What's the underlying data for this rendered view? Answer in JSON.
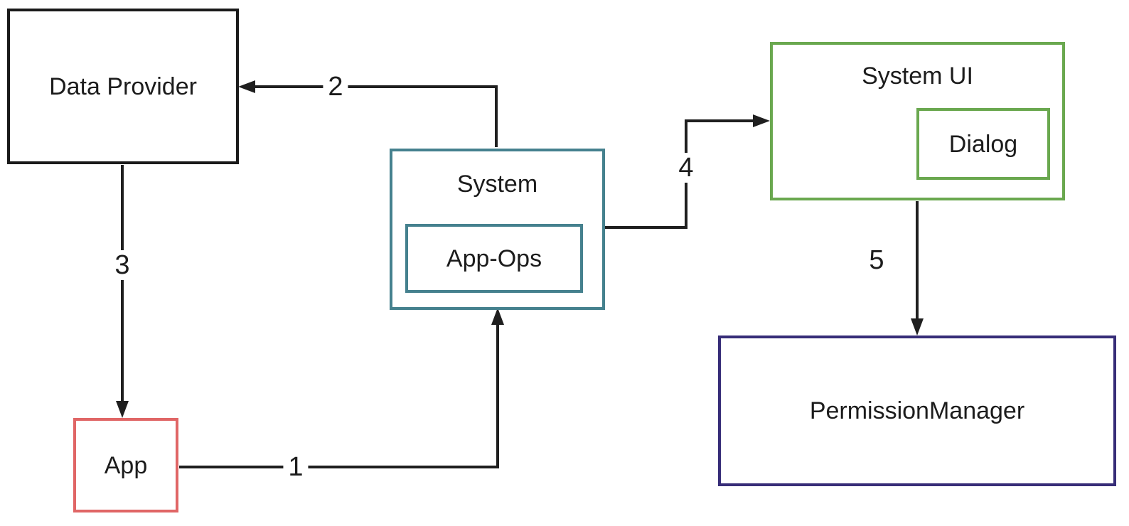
{
  "diagram": {
    "nodes": {
      "data_provider": {
        "label": "Data Provider",
        "border_color": "#1a1a1a"
      },
      "app": {
        "label": "App",
        "border_color": "#e06666"
      },
      "system": {
        "label": "System",
        "border_color": "#45818e"
      },
      "app_ops": {
        "label": "App-Ops",
        "border_color": "#45818e"
      },
      "system_ui": {
        "label": "System UI",
        "border_color": "#6aa84f"
      },
      "dialog": {
        "label": "Dialog",
        "border_color": "#6aa84f"
      },
      "permission_manager": {
        "label": "PermissionManager",
        "border_color": "#372d78"
      }
    },
    "edges": [
      {
        "label": "1",
        "from": "App",
        "to": "System"
      },
      {
        "label": "2",
        "from": "System",
        "to": "Data Provider"
      },
      {
        "label": "3",
        "from": "Data Provider",
        "to": "App"
      },
      {
        "label": "4",
        "from": "System",
        "to": "System UI"
      },
      {
        "label": "5",
        "from": "System UI",
        "to": "PermissionManager"
      }
    ],
    "colors": {
      "arrow": "#1f1f1f",
      "background": "#ffffff"
    }
  }
}
